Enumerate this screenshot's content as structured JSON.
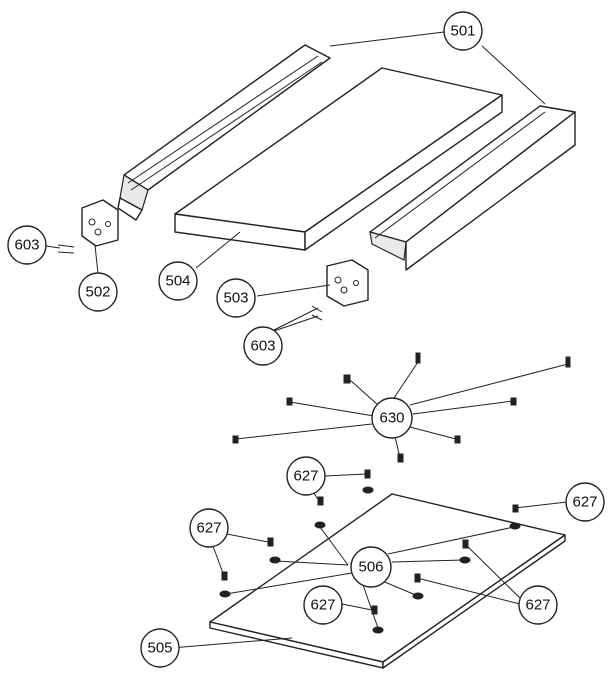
{
  "callouts": {
    "c501": "501",
    "c502": "502",
    "c503": "503",
    "c504": "504",
    "c505": "505",
    "c506": "506",
    "c603a": "603",
    "c603b": "603",
    "c627a": "627",
    "c627b": "627",
    "c627c": "627",
    "c627d": "627",
    "c627e": "627",
    "c630": "630"
  }
}
